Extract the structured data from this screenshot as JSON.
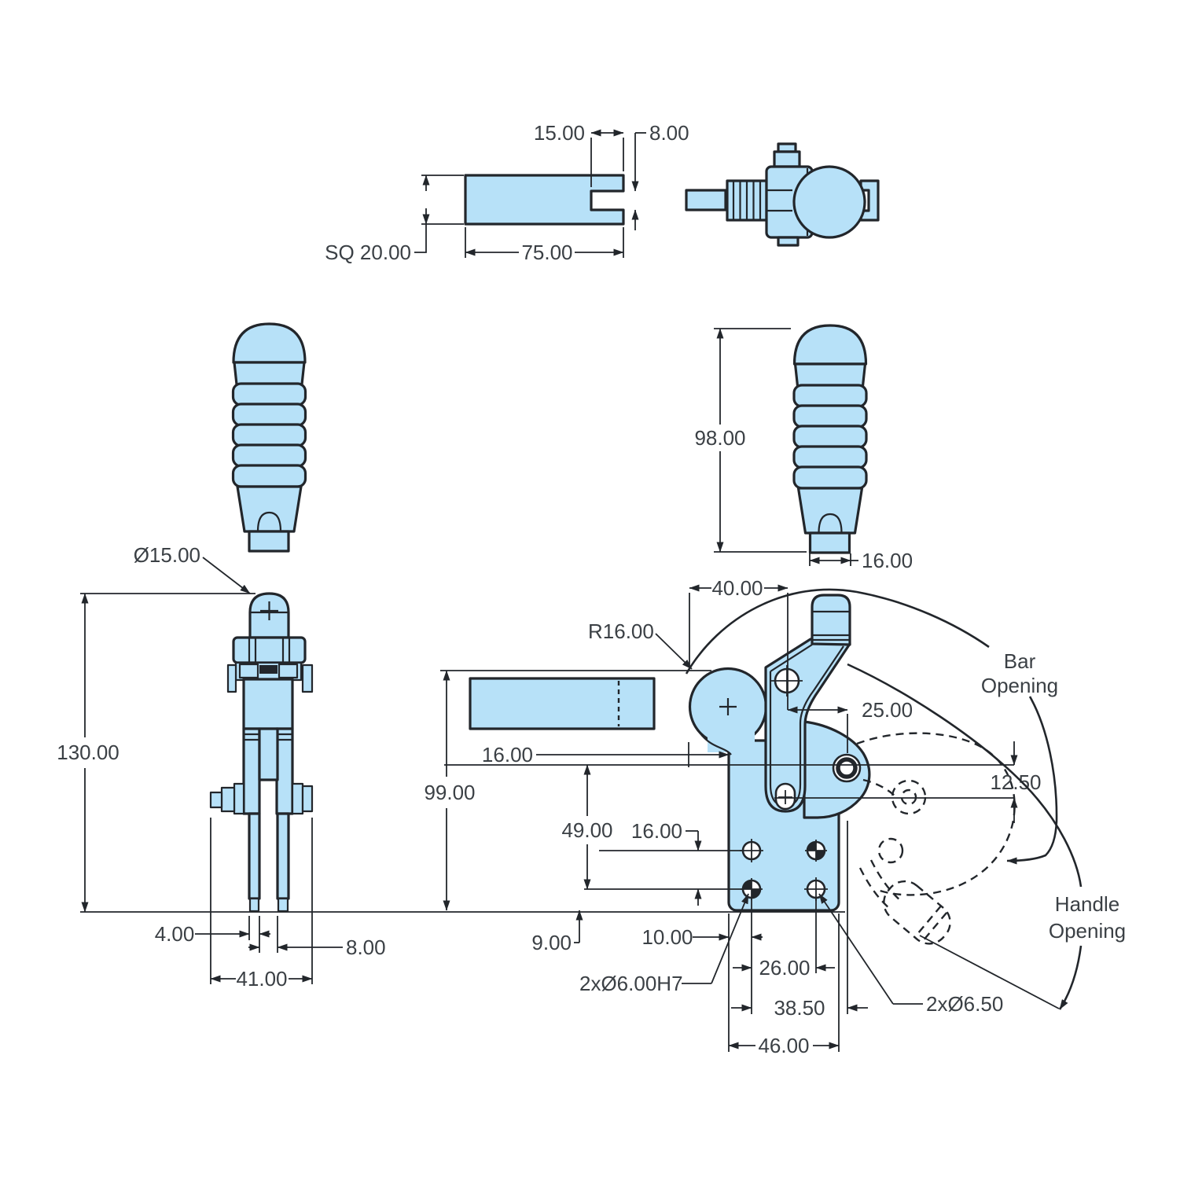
{
  "colors": {
    "part_fill": "#B7E1F8",
    "line": "#22262B",
    "text": "#3B4045"
  },
  "labels": {
    "bar_view": {
      "slot_depth": "15.00",
      "slot_height": "8.00",
      "bar_length": "75.00",
      "bar_square": "SQ 20.00"
    },
    "handle_view": {
      "height": "98.00",
      "stem_width": "16.00"
    },
    "front_view": {
      "knob_diameter": "Ø15.00",
      "overall_height": "130.00",
      "prong_thickness": "4.00",
      "prong_gap": "8.00",
      "fork_span": "41.00"
    },
    "side_view": {
      "arm_span": "40.00",
      "lobe_radius": "R16.00",
      "pivot_offset": "25.00",
      "lobe_to_plate": "16.00",
      "bar_drop": "12.50",
      "overall_height": "99.00",
      "plate_hole_height": "49.00",
      "hole_row_gap": "16.00",
      "hole_to_base": "9.00",
      "edge_margin": "10.00",
      "hole_pitch": "26.00",
      "hole_to_pivot": "38.50",
      "plate_width": "46.00",
      "dowel_note": "2xØ6.00H7",
      "bolt_note": "2xØ6.50",
      "bar_opening_1": "Bar",
      "bar_opening_2": "Opening",
      "handle_opening_1": "Handle",
      "handle_opening_2": "Opening"
    }
  }
}
